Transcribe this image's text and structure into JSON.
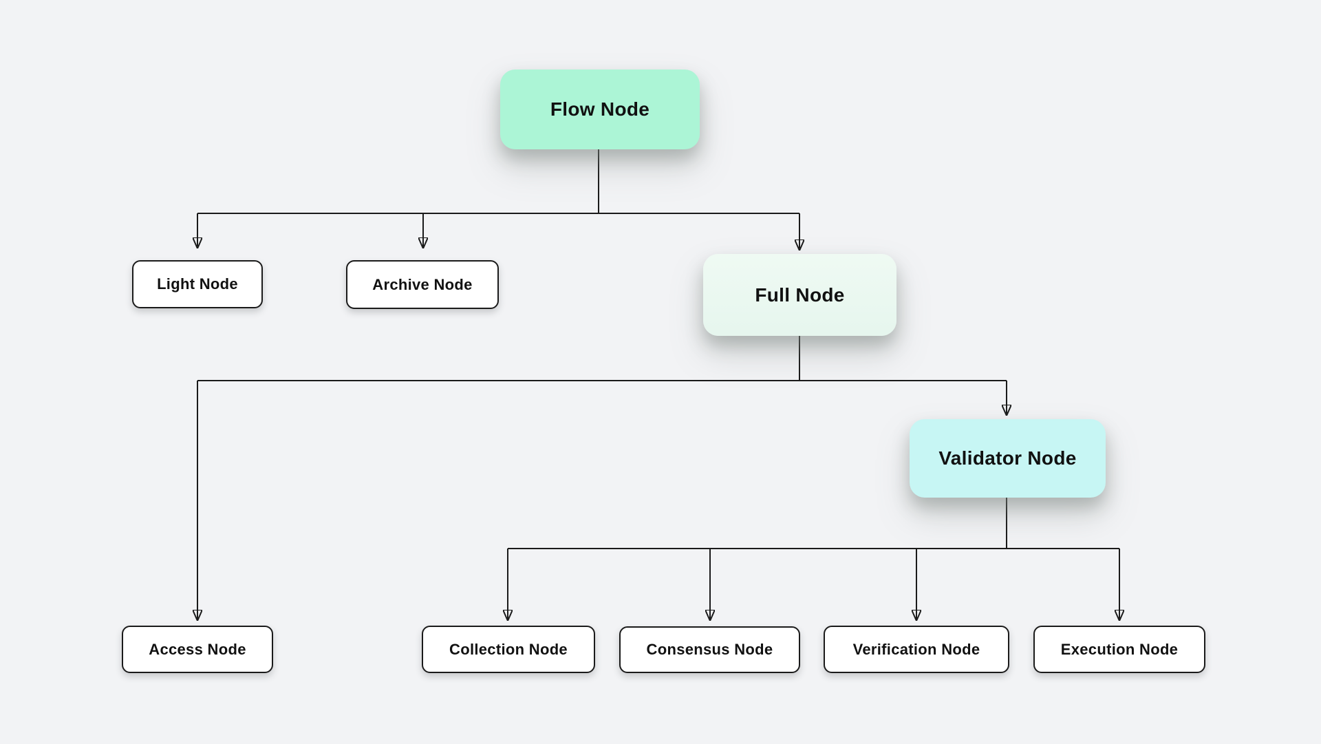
{
  "diagram": {
    "type": "tree-flowchart",
    "nodes": {
      "flow": {
        "label": "Flow Node",
        "variant": "primary-mint"
      },
      "light": {
        "label": "Light Node",
        "variant": "leaf"
      },
      "archive": {
        "label": "Archive Node",
        "variant": "leaf"
      },
      "full": {
        "label": "Full Node",
        "variant": "primary-pale-mint"
      },
      "access": {
        "label": "Access Node",
        "variant": "leaf"
      },
      "validator": {
        "label": "Validator Node",
        "variant": "primary-cyan"
      },
      "collection": {
        "label": "Collection Node",
        "variant": "leaf"
      },
      "consensus": {
        "label": "Consensus Node",
        "variant": "leaf"
      },
      "verification": {
        "label": "Verification Node",
        "variant": "leaf"
      },
      "execution": {
        "label": "Execution Node",
        "variant": "leaf"
      }
    },
    "edges": [
      {
        "from": "flow",
        "to": "light"
      },
      {
        "from": "flow",
        "to": "archive"
      },
      {
        "from": "flow",
        "to": "full"
      },
      {
        "from": "full",
        "to": "access"
      },
      {
        "from": "full",
        "to": "validator"
      },
      {
        "from": "validator",
        "to": "collection"
      },
      {
        "from": "validator",
        "to": "consensus"
      },
      {
        "from": "validator",
        "to": "verification"
      },
      {
        "from": "validator",
        "to": "execution"
      }
    ],
    "colors": {
      "background": "#F2F3F5",
      "connector": "#1A1A1A",
      "text": "#111111",
      "flow_fill": "#ACF5D6",
      "full_fill": "#EAF8F0",
      "validator_fill": "#C7F6F4",
      "leaf_fill": "#FFFFFF",
      "leaf_border": "#1A1A1A"
    }
  }
}
